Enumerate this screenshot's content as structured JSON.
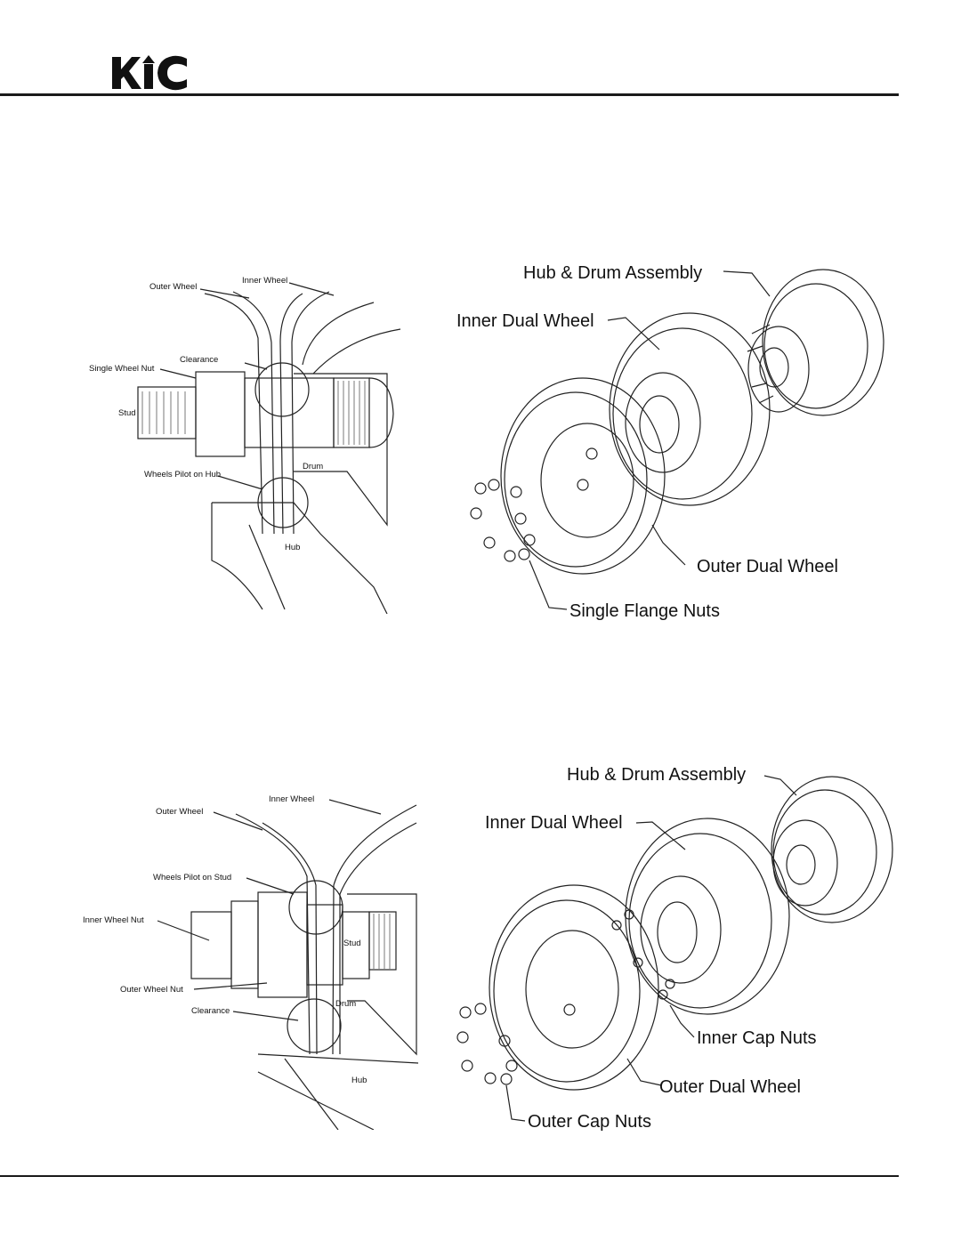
{
  "header": {
    "logo_text": "KIC"
  },
  "figure_top_left": {
    "labels": {
      "outer_wheel": "Outer Wheel",
      "inner_wheel": "Inner Wheel",
      "clearance": "Clearance",
      "single_wheel_nut": "Single Wheel Nut",
      "stud": "Stud",
      "drum": "Drum",
      "wheels_pilot_on_hub": "Wheels Pilot on Hub",
      "hub": "Hub"
    }
  },
  "figure_top_right": {
    "labels": {
      "hub_drum": "Hub & Drum Assembly",
      "inner_dual": "Inner Dual Wheel",
      "outer_dual": "Outer Dual Wheel",
      "flange_nuts": "Single Flange Nuts"
    }
  },
  "figure_bottom_left": {
    "labels": {
      "inner_wheel": "Inner Wheel",
      "outer_wheel": "Outer Wheel",
      "wheels_pilot_on_stud": "Wheels Pilot on Stud",
      "inner_wheel_nut": "Inner Wheel Nut",
      "stud": "Stud",
      "outer_wheel_nut": "Outer Wheel Nut",
      "clearance": "Clearance",
      "drum": "Drum",
      "hub": "Hub"
    }
  },
  "figure_bottom_right": {
    "labels": {
      "hub_drum": "Hub & Drum Assembly",
      "inner_dual": "Inner Dual Wheel",
      "inner_cap_nuts": "Inner Cap Nuts",
      "outer_dual": "Outer Dual Wheel",
      "outer_cap_nuts": "Outer Cap Nuts"
    }
  }
}
